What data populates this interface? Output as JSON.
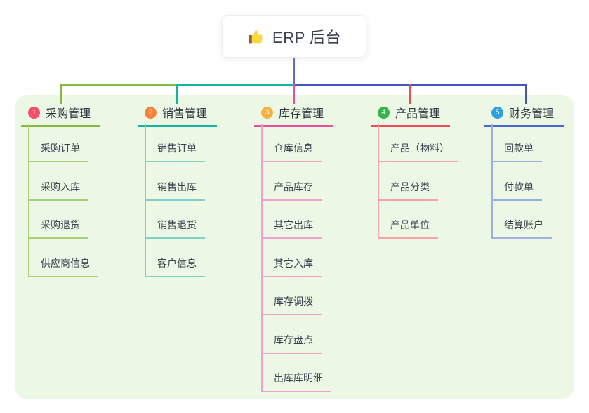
{
  "root": {
    "label": "ERP 后台",
    "icon": "thumbs-up-icon"
  },
  "colors": {
    "page_bg": "#ffffff",
    "panel_bg": "#ecf7e5",
    "root_connector": "#5b6cce",
    "bus_blue": "#4156c0",
    "root_text": "#3b4252",
    "node_text": "#2e3640",
    "child_text": "#39424e",
    "thumb_hand": "#fcd53f",
    "thumb_cuff": "#8a5f3e"
  },
  "branches": [
    {
      "number": "1",
      "label": "采购管理",
      "badge_color": "#f2506b",
      "line_color": "#87b93f",
      "line_light": "#a9cf79",
      "drop_color": "#87b93f",
      "children": [
        "采购订单",
        "采购入库",
        "采购退货",
        "供应商信息"
      ]
    },
    {
      "number": "2",
      "label": "销售管理",
      "badge_color": "#f6823b",
      "line_color": "#13b5a2",
      "line_light": "#7fd2c6",
      "drop_color": "#13b5a2",
      "children": [
        "销售订单",
        "销售出库",
        "销售退货",
        "客户信息"
      ]
    },
    {
      "number": "3",
      "label": "库存管理",
      "badge_color": "#f8b13c",
      "line_color": "#e8509e",
      "line_light": "#f2a3cb",
      "drop_color": "#e8509e",
      "children": [
        "仓库信息",
        "产品库存",
        "其它出库",
        "其它入库",
        "库存调拨",
        "库存盘点",
        "出库库明细"
      ]
    },
    {
      "number": "4",
      "label": "产品管理",
      "badge_color": "#35b54a",
      "line_color": "#ef4b55",
      "line_light": "#f7a3a8",
      "drop_color": "#ef4b55",
      "children": [
        "产品（物料）",
        "产品分类",
        "产品单位"
      ]
    },
    {
      "number": "5",
      "label": "财务管理",
      "badge_color": "#2aa2df",
      "line_color": "#4a67cd",
      "line_light": "#9cafdf",
      "drop_color": "#4156c0",
      "children": [
        "回款单",
        "付款单",
        "结算账户"
      ]
    }
  ]
}
